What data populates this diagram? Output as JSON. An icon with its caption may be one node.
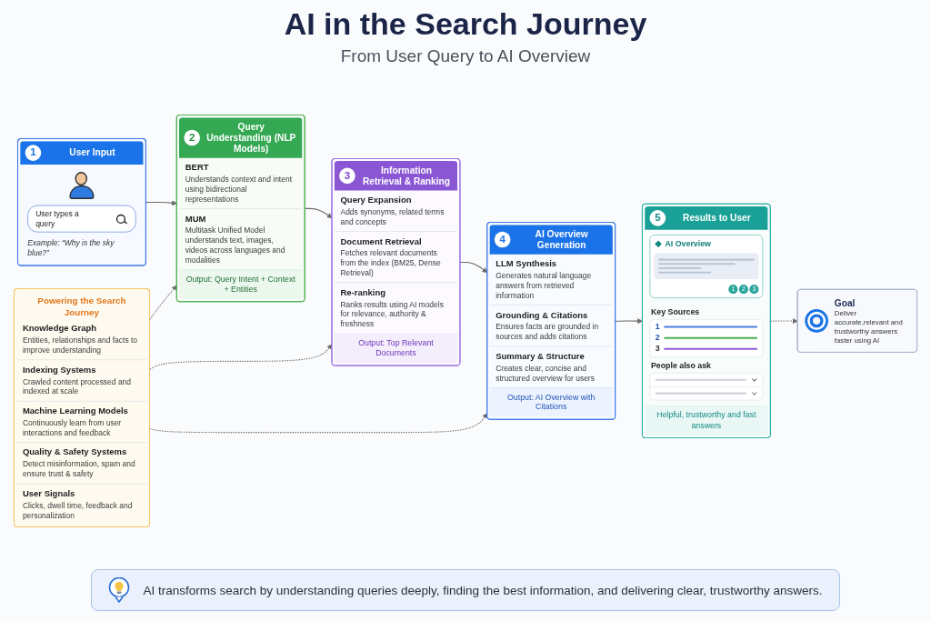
{
  "diagram": {
    "title": "AI in the Search Journey",
    "caption": "AI transforms search by understanding queries deeply, finding the best information, and delivering clear, trustworthy answers.",
    "nodes": [
      {
        "text": [
          "1",
          "User Input",
          "User types a query",
          "Example: “Why is the sky blue?”"
        ]
      },
      {
        "text": [
          "2",
          "Query Understanding (NLP Models)",
          "BERT",
          "Understands context and intent using bidirectional representations",
          "MUM",
          "Multitask Unified Model understands text, images, videos across languages and modalities",
          "Output: Query Intent + Context + Entities"
        ]
      },
      {
        "text": [
          "3",
          "Information Retrieval & Ranking",
          "Query Expansion",
          "Adds synonyms, related terms and concepts",
          "Document Retrieval",
          "Fetches relevant documents from the index (BM25, Dense Retrieval)",
          "Re-ranking",
          "Ranks results using AI models for relevance, authority & freshness",
          "Output: Top Relevant Documents"
        ]
      },
      {
        "text": [
          "4",
          "AI Overview Generation",
          "LLM Synthesis",
          "Generates natural language answers from retrieved information",
          "Grounding & Citations",
          "Ensures facts are grounded in sources and adds citations",
          "Summary & Structure",
          "Creates clear, concise and structured overview for users",
          "Output: AI Overview with Citations"
        ]
      },
      {
        "text": [
          "5",
          "Results to User",
          "AI Overview",
          "1",
          "2",
          "3",
          "Key Sources",
          "1",
          "2",
          "3",
          "People also ask",
          "Helpful, trustworthy and fast answers"
        ]
      },
      {
        "text": [
          "Powering the Search Journey",
          "Knowledge Graph",
          "Entities, relationships and facts to improve understanding",
          "Indexing Systems",
          "Crawled content processed and indexed at scale",
          "Machine Learning Models",
          "Continuously learn from user interactions and feedback",
          "Quality & Safety Systems",
          "Detect misinformation, spam and ensure trust & safety",
          "User Signals",
          "Clicks, dwell time, feedback and personalization"
        ]
      },
      {
        "text": [
          "Goal",
          "Deliver accurate,relevant and trustworthy answers faster using AI"
        ]
      }
    ],
    "edges": [
      {
        "from": 0,
        "to": 1,
        "arrow": "to"
      },
      {
        "from": 1,
        "to": 2,
        "arrow": "to"
      },
      {
        "from": 2,
        "to": 3,
        "arrow": "to"
      },
      {
        "from": 3,
        "to": 4,
        "arrow": "to"
      },
      {
        "from": 5,
        "to": 1,
        "arrow": "to",
        "style": "dashed"
      },
      {
        "from": 5,
        "to": 2,
        "arrow": "to",
        "style": "dashed"
      },
      {
        "from": 5,
        "to": 3,
        "arrow": "to",
        "style": "dashed"
      },
      {
        "from": 4,
        "to": 6,
        "arrow": "to",
        "style": "dashed"
      }
    ],
    "labels": [
      "From User Query to AI Overview"
    ]
  }
}
